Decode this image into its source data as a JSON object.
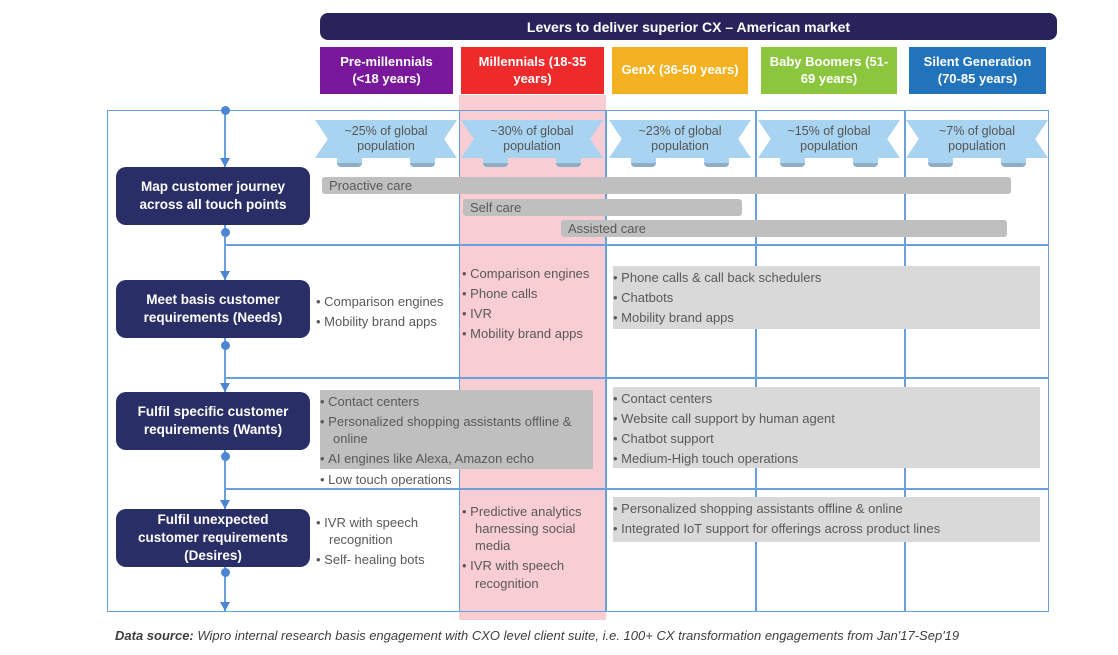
{
  "title_bar": {
    "label": "Levers to deliver superior CX – American market"
  },
  "columns": [
    {
      "label": "Pre-millennials (<18 years)",
      "color": "#7A189B",
      "population": "~25% of global population"
    },
    {
      "label": "Millennials (18-35 years)",
      "color": "#EE2A2B",
      "population": "~30% of global population",
      "highlighted": true
    },
    {
      "label": "GenX (36-50 years)",
      "color": "#F4B223",
      "population": "~23% of global population"
    },
    {
      "label": "Baby Boomers (51-69 years)",
      "color": "#8CC63F",
      "population": "~15% of global population"
    },
    {
      "label": "Silent Generation (70-85 years)",
      "color": "#2173BC",
      "population": "~7% of global population"
    }
  ],
  "rows": [
    {
      "label": "Map customer journey across all touch points"
    },
    {
      "label": "Meet basis customer requirements (Needs)"
    },
    {
      "label": "Fulfil specific customer requirements (Wants)"
    },
    {
      "label": "Fulfil unexpected customer requirements (Desires)"
    }
  ],
  "journey_bars": [
    {
      "label": "Proactive care"
    },
    {
      "label": "Self care"
    },
    {
      "label": "Assisted care"
    }
  ],
  "cells": {
    "needs_premillennials": {
      "items": [
        "Comparison engines",
        "Mobility brand apps"
      ]
    },
    "needs_millennials": {
      "items": [
        "Comparison engines",
        "Phone calls",
        "IVR",
        "Mobility brand apps"
      ]
    },
    "needs_older": {
      "items": [
        "Phone calls & call back schedulers",
        "Chatbots",
        "Mobility brand apps"
      ]
    },
    "wants_younger": {
      "items": [
        "Contact centers",
        "Personalized shopping assistants offline & online",
        "AI engines like Alexa, Amazon echo",
        "Low touch operations"
      ]
    },
    "wants_older": {
      "items": [
        "Contact centers",
        "Website call support by human agent",
        "Chatbot support",
        "Medium-High touch operations"
      ]
    },
    "desires_premillennials": {
      "items": [
        "IVR with speech recognition",
        "Self- healing bots"
      ]
    },
    "desires_millennials": {
      "items": [
        "Predictive analytics harnessing social media",
        "IVR with speech recognition"
      ]
    },
    "desires_older": {
      "items": [
        "Personalized shopping assistants offline & online",
        "Integrated IoT support for offerings across product lines"
      ]
    }
  },
  "footer": {
    "prefix": "Data source:",
    "text": " Wipro internal research basis engagement with CXO level client suite, i.e. 100+ CX transformation engagements from Jan'17-Sep'19"
  },
  "colors": {
    "title_bar": "#29235C",
    "row_label": "#2A2E66",
    "highlight_band": "#F8CDD3",
    "ribbon": "#A9D4F1",
    "grid": "#6AA1DC",
    "bar_gray": "#BFBFBF",
    "cell_gray": "#D9D9D9",
    "text_gray": "#595959"
  }
}
